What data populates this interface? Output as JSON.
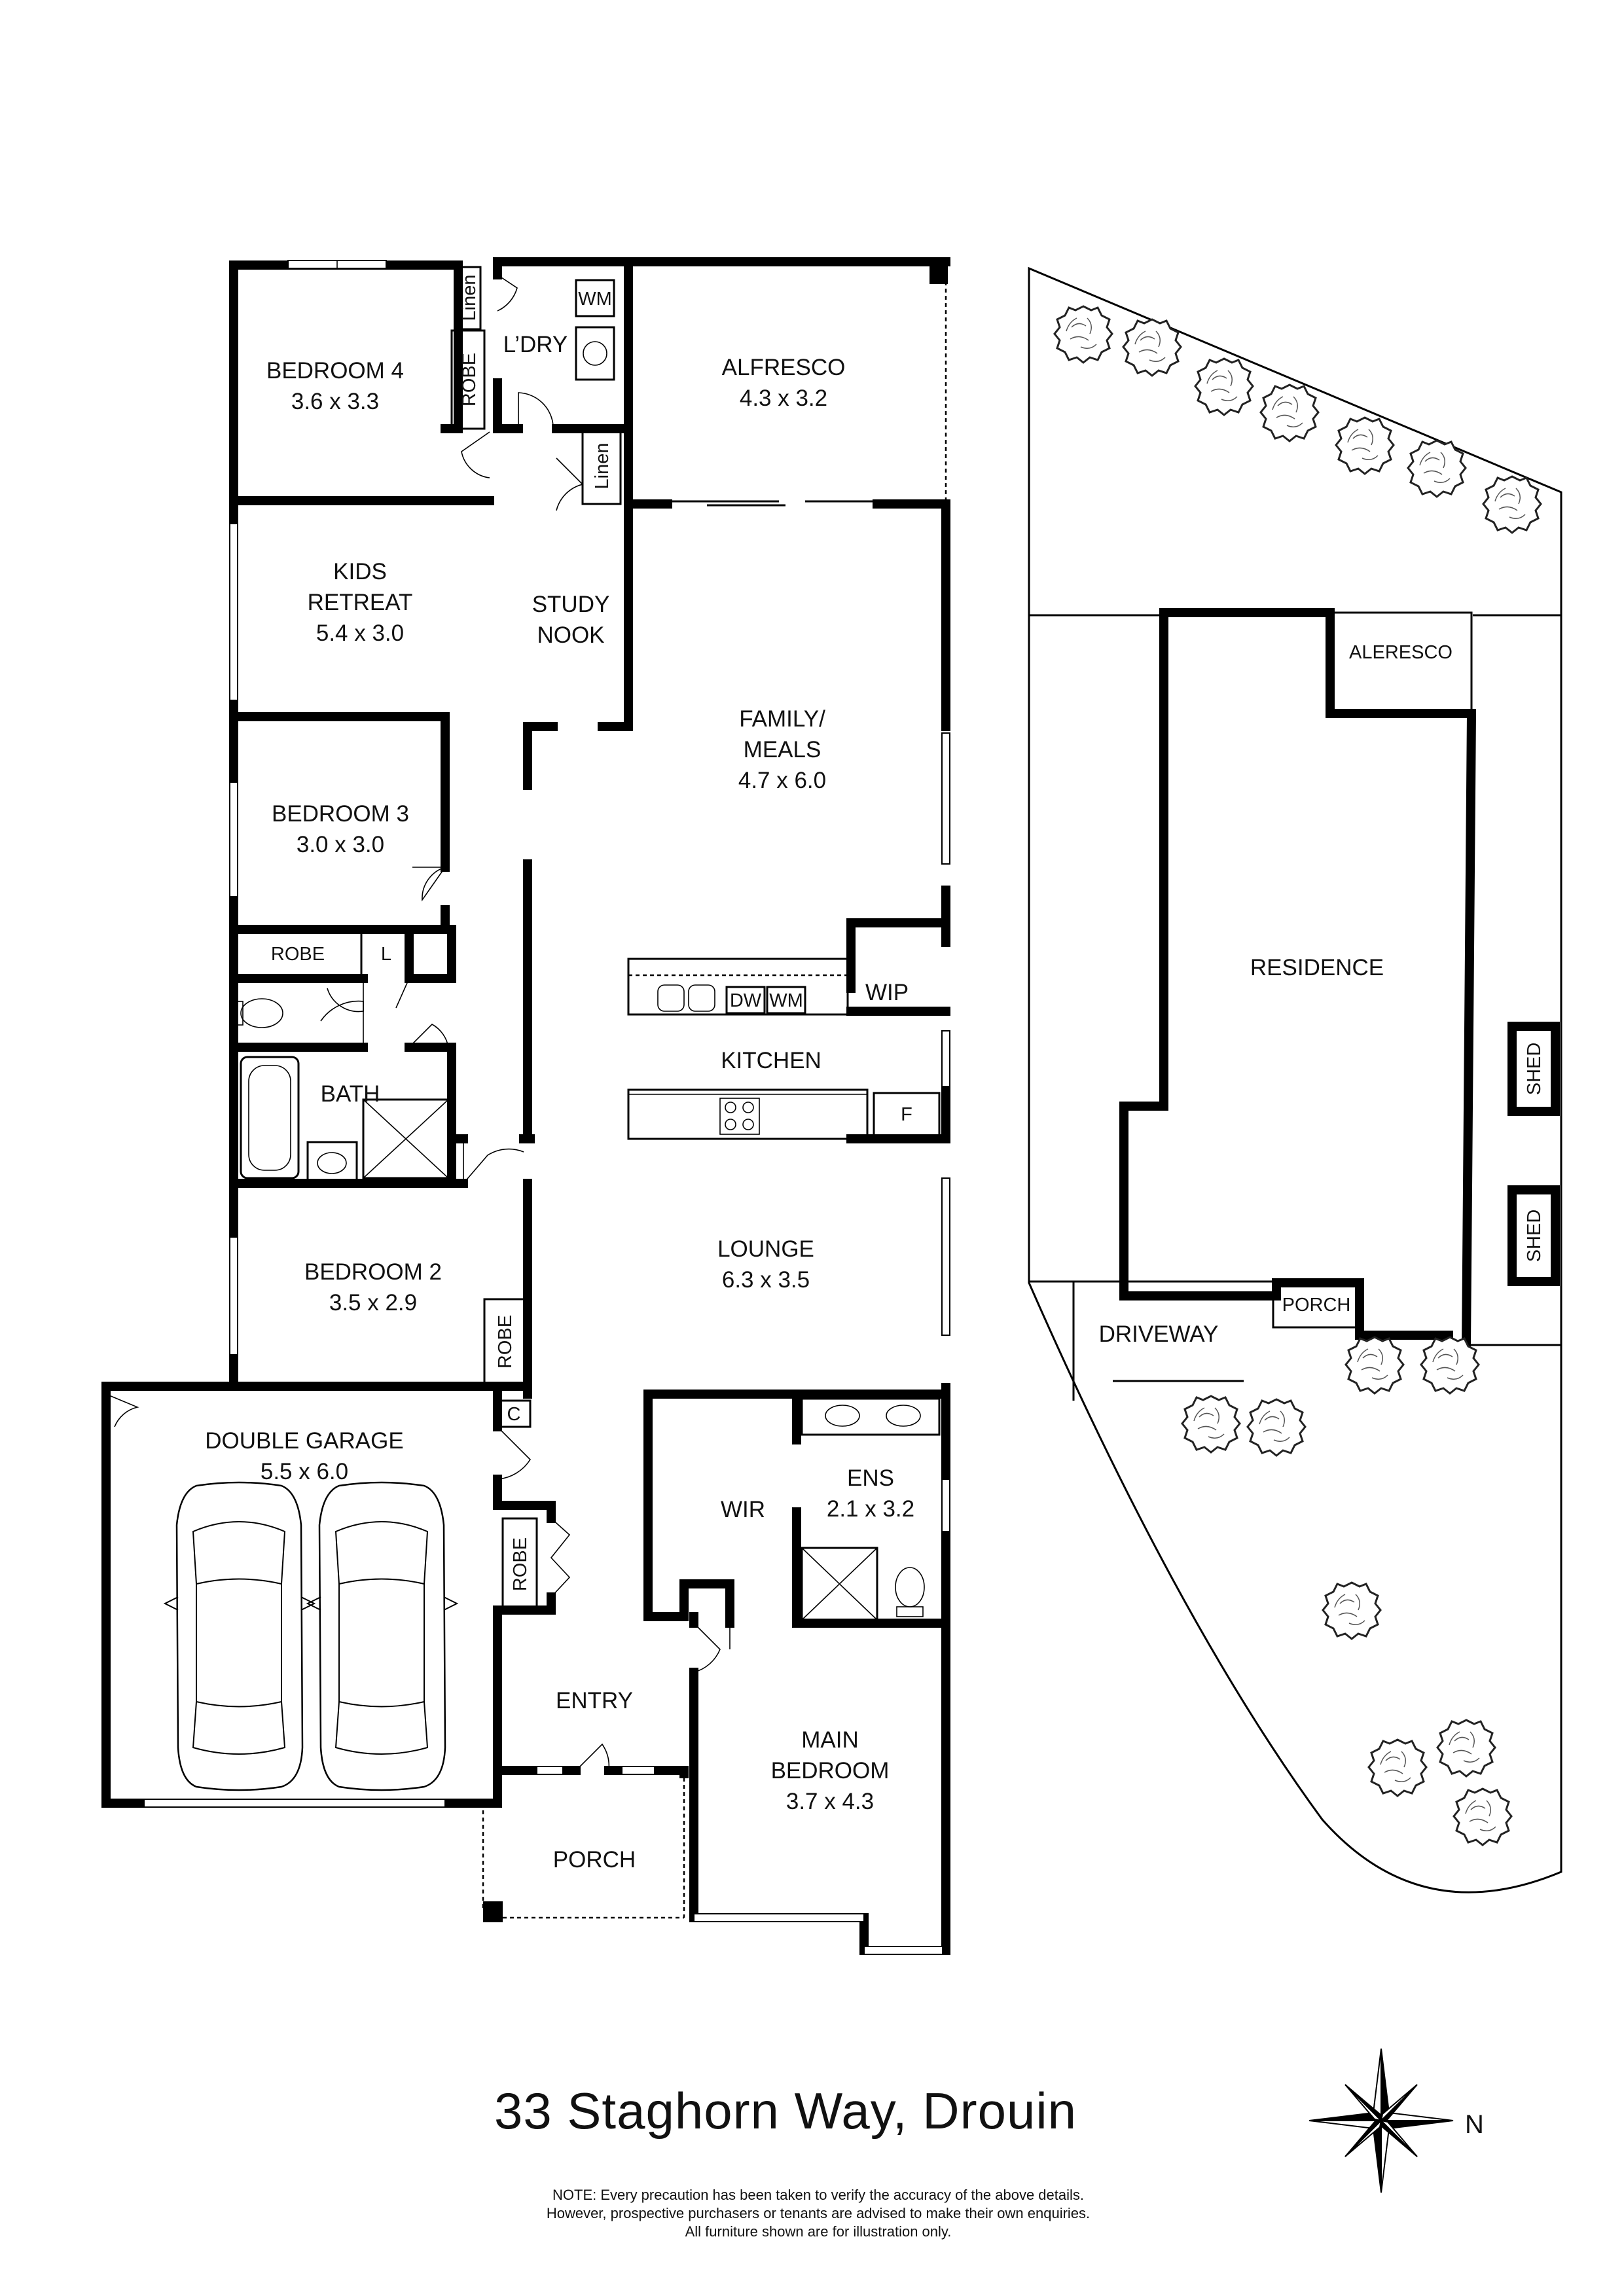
{
  "plan": {
    "rooms": {
      "bedroom4": {
        "name": "BEDROOM 4",
        "dims": "3.6 x 3.3"
      },
      "laundry": {
        "name": "L’DRY"
      },
      "alfresco": {
        "name": "ALFRESCO",
        "dims": "4.3 x 3.2"
      },
      "kids_retreat": {
        "name_line1": "KIDS",
        "name_line2": "RETREAT",
        "dims": "5.4 x 3.0"
      },
      "study_nook": {
        "name_line1": "STUDY",
        "name_line2": "NOOK"
      },
      "family_meals": {
        "name_line1": "FAMILY/",
        "name_line2": "MEALS",
        "dims": "4.7 x 6.0"
      },
      "bedroom3": {
        "name": "BEDROOM 3",
        "dims": "3.0 x 3.0"
      },
      "bath": {
        "name": "BATH"
      },
      "kitchen": {
        "name": "KITCHEN"
      },
      "wip": {
        "name": "WIP"
      },
      "bedroom2": {
        "name": "BEDROOM 2",
        "dims": "3.5 x 2.9"
      },
      "lounge": {
        "name": "LOUNGE",
        "dims": "6.3 x 3.5"
      },
      "garage": {
        "name": "DOUBLE GARAGE",
        "dims": "5.5 x 6.0"
      },
      "wir": {
        "name": "WIR"
      },
      "ensuite": {
        "name": "ENS",
        "dims": "2.1 x 3.2"
      },
      "entry": {
        "name": "ENTRY"
      },
      "main_bedroom": {
        "name_line1": "MAIN",
        "name_line2": "BEDROOM",
        "dims": "3.7 x 4.3"
      },
      "porch": {
        "name": "PORCH"
      }
    },
    "fixtures": {
      "linen": "Linen",
      "robe": "ROBE",
      "wm": "WM",
      "dw": "DW",
      "fridge": "F",
      "linen_small": "L",
      "cupboard": "C"
    }
  },
  "site": {
    "residence": "RESIDENCE",
    "alfresco": "ALERESCO",
    "shed": "SHED",
    "porch": "PORCH",
    "driveway": "DRIVEWAY"
  },
  "address": "33 Staghorn Way, Drouin",
  "disclaimer": [
    "NOTE: Every precaution has been taken to verify the accuracy of the above details.",
    "However, prospective purchasers or tenants are advised to make their own enquiries.",
    "All furniture shown are for illustration only."
  ],
  "compass": {
    "north_label": "N"
  }
}
